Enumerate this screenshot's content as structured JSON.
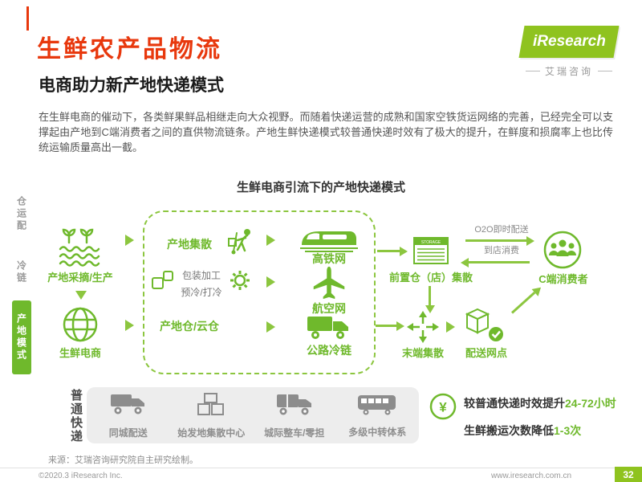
{
  "colors": {
    "brand_red": "#E8380D",
    "brand_green": "#8FC31F",
    "diagram_green": "#6FB92C",
    "gray": "#8C8C8C"
  },
  "header": {
    "title": "生鲜农产品物流",
    "subtitle": "电商助力新产地快递模式",
    "body": "在生鲜电商的催动下，各类鲜果鲜品相继走向大众视野。而随着快递运营的成熟和国家空铁货运网络的完善，已经完全可以支撑起由产地到C端消费者之间的直供物流链条。产地生鲜快递模式较普通快递时效有了极大的提升，在鲜度和损腐率上也比传统运输质量高出一截。"
  },
  "logo": {
    "brand": "iResearch",
    "caption": "艾瑞咨询"
  },
  "sidebar": {
    "items": [
      {
        "label": "仓运配",
        "active": false
      },
      {
        "label": "冷链",
        "active": false
      },
      {
        "label": "产地模式",
        "active": true
      }
    ]
  },
  "diagram": {
    "title": "生鲜电商引流下的产地快递模式",
    "source_left": [
      {
        "label": "产地采摘/生产"
      },
      {
        "label": "生鲜电商"
      }
    ],
    "origin_box": {
      "node1": "产地集散",
      "process1": "包装加工",
      "process2": "预冷/打冷",
      "node2": "产地仓/云仓",
      "networks": [
        {
          "label": "高铁网"
        },
        {
          "label": "航空网"
        },
        {
          "label": "公路冷链"
        }
      ]
    },
    "forward": {
      "label": "前置仓（店）集散",
      "storage_text": "STORAGE"
    },
    "flows": {
      "o2o": "O2O即时配送",
      "instore": "到店消费"
    },
    "consumer": "C端消费者",
    "last_mile": [
      {
        "label": "末端集散"
      },
      {
        "label": "配送网点"
      }
    ],
    "express": {
      "label": "普通快递",
      "items": [
        {
          "label": "同城配送"
        },
        {
          "label": "始发地集散中心"
        },
        {
          "label": "城际整车/零担"
        },
        {
          "label": "多级中转体系"
        }
      ]
    },
    "stats": [
      {
        "prefix": "较普通快递时效提升",
        "highlight": "24-72小时"
      },
      {
        "prefix": "生鲜搬运次数降低",
        "highlight": "1-3次"
      }
    ],
    "yen": "¥"
  },
  "footer": {
    "source": "来源：艾瑞咨询研究院自主研究绘制。",
    "copyright": "©2020.3 iResearch Inc.",
    "website": "www.iresearch.com.cn",
    "page": "32"
  }
}
